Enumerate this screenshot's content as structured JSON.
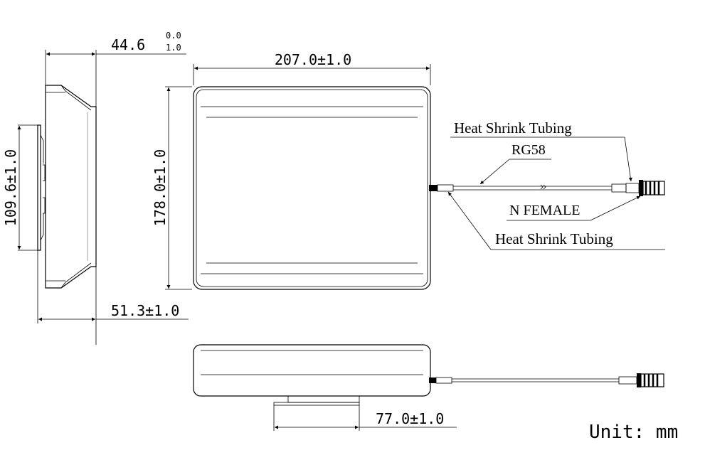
{
  "dimensions": {
    "depth": "44.6",
    "depth_tol_upper": "0.0",
    "depth_tol_lower": "1.0",
    "total_depth": "51.3±1.0",
    "bracket_height": "109.6±1.0",
    "width": "207.0±1.0",
    "height": "178.0±1.0",
    "bracket_width": "77.0±1.0"
  },
  "labels": {
    "heat_shrink_top": "Heat Shrink Tubing",
    "cable": "RG58",
    "connector": "N FEMALE",
    "heat_shrink_bottom": "Heat Shrink Tubing"
  },
  "unit": "Unit: mm"
}
